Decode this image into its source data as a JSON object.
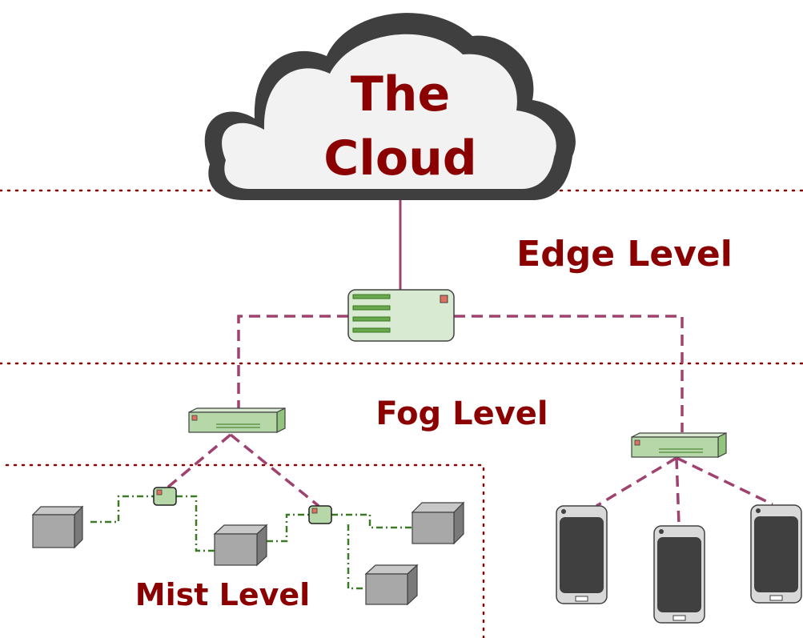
{
  "cloud": {
    "line1": "The",
    "line2": "Cloud"
  },
  "levels": {
    "edge": "Edge Level",
    "fog": "Fog Level",
    "mist": "Mist Level"
  },
  "colors": {
    "label": "#8b0000",
    "level_divider": "#8b0000",
    "cloud_outline": "#3f3f3f",
    "cloud_fill": "#f2f2f2",
    "link_primary": "#a0426f",
    "link_mist": "#3a7a28",
    "router_fill": "#d9ead3",
    "router_border": "#404040",
    "router_led": "#e07060",
    "switch_fill": "#b6d7a8",
    "device_fill": "#a8a8a8",
    "phone_body": "#d9d9d9",
    "phone_screen": "#404040"
  },
  "icons": {
    "cloud": "cloud-icon",
    "edge_router": "router-icon",
    "fog_switch": "network-switch-icon",
    "mist_hub": "mist-hub-icon",
    "mist_device": "sensor-cube-icon",
    "mobile": "smartphone-icon"
  }
}
